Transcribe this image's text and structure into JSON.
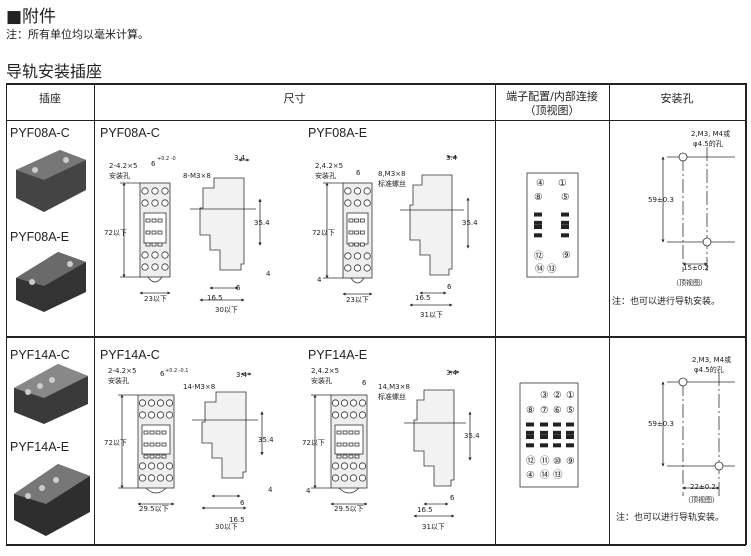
{
  "header": {
    "title": "■附件",
    "note": "注：所有单位均以毫米计算。",
    "section": "导轨安装插座"
  },
  "table": {
    "columns": [
      "插座",
      "尺寸",
      "端子配置/内部连接",
      "（顶视图）",
      "安装孔"
    ],
    "rows": [
      {
        "socket_models": [
          "PYF08A-C",
          "PYF08A-E"
        ],
        "drawing_c": {
          "title": "PYF08A-C",
          "holes": "2-4.2×5",
          "holes_label": "安装孔",
          "pitch": "6",
          "pitch_tol": "+0.2 -0",
          "screws": "8-M3×8",
          "height": "72以下",
          "width": "23以下",
          "side_top": "3.4",
          "side_rail": "35.4",
          "side_4": "4",
          "side_6": "6",
          "side_165": "16.5",
          "side_depth": "30以下"
        },
        "drawing_e": {
          "title": "PYF08A-E",
          "holes": "2,4.2×5",
          "holes_label": "安装孔",
          "pitch": "6",
          "screws": "8,M3×8",
          "screws_label": "标准螺丝",
          "height": "72以下",
          "bottom_4": "4",
          "width": "23以下",
          "side_top": "3.4",
          "side_rail": "35.4",
          "side_6": "6",
          "side_165": "16.5",
          "side_depth": "31以下"
        },
        "terminals": [
          "④",
          "①",
          "⑧",
          "⑤",
          "⑫",
          "⑨",
          "⑭",
          "⑬"
        ],
        "mounting": {
          "holes": "2,M3, M4或",
          "holes2": "φ4.5的孔",
          "height": "59±0.3",
          "width": "15±0.2",
          "view": "（顶视图）",
          "note": "注：也可以进行导轨安装。"
        }
      },
      {
        "socket_models": [
          "PYF14A-C",
          "PYF14A-E"
        ],
        "drawing_c": {
          "title": "PYF14A-C",
          "holes": "2-4.2×5",
          "holes_label": "安装孔",
          "pitch": "6",
          "pitch_tol": "+0.2 -0.1",
          "screws": "14-M3×8",
          "height": "72以下",
          "width": "29.5以下",
          "side_top": "3.4",
          "side_rail": "35.4",
          "side_4": "4",
          "side_6": "6",
          "side_165": "16.5",
          "side_depth": "30以下"
        },
        "drawing_e": {
          "title": "PYF14A-E",
          "holes": "2,4.2×5",
          "holes_label": "安装孔",
          "pitch": "6",
          "screws": "14,M3×8",
          "screws_label": "标准螺丝",
          "height": "72以下",
          "bottom_4": "4",
          "width": "29.5以下",
          "side_top": "3.4",
          "side_rail": "35.4",
          "side_6": "6",
          "side_165": "16.5",
          "side_depth": "31以下"
        },
        "terminals": [
          "③",
          "②",
          "①",
          "⑧",
          "⑦",
          "⑥",
          "⑤",
          "⑫",
          "⑪",
          "⑩",
          "⑨",
          "④",
          "⑭",
          "⑬"
        ],
        "mounting": {
          "holes": "2,M3, M4或",
          "holes2": "φ4.5的孔",
          "height": "59±0.3",
          "width": "22±0.2",
          "view": "（顶视图）",
          "note": "注：也可以进行导轨安装。"
        }
      }
    ]
  },
  "colors": {
    "line": "#222222",
    "photo": "#3a3a3a"
  }
}
